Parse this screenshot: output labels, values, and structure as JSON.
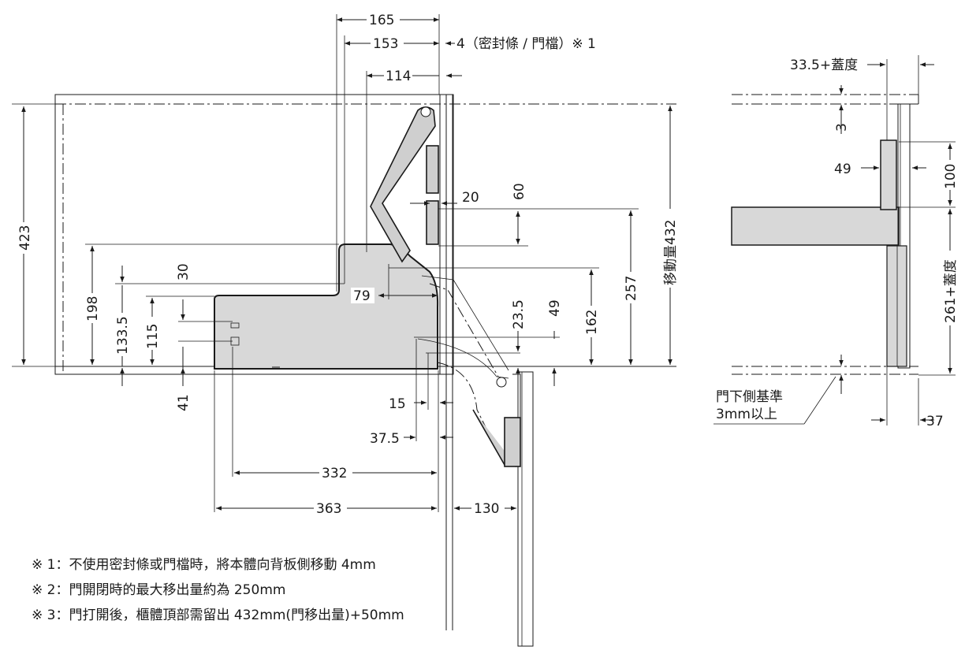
{
  "dims": {
    "d165": "165",
    "d153": "153",
    "d4": "4（密封條 / 門檔）※ 1",
    "d114": "114",
    "d423": "423",
    "d20": "20",
    "d60": "60",
    "d432": "移動量432",
    "d257": "257",
    "d198": "198",
    "d30": "30",
    "d133": "133.5",
    "d115": "115",
    "d79": "79",
    "d162": "162",
    "d23": "23.5",
    "d49b": "49",
    "d41": "41",
    "d15": "15",
    "d37b": "37.5",
    "d332": "332",
    "d363": "363",
    "d130": "130",
    "r335": "33.5+蓋度",
    "r3": "3",
    "r49": "49",
    "r100": "100",
    "r261": "261+蓋度",
    "r37": "37",
    "rnote1": "門下側基準",
    "rnote2": "3mm以上"
  },
  "notes": [
    "※ 1：不使用密封條或門檔時，將本體向背板側移動 4mm",
    "※ 2：門開閉時的最大移出量約為 250mm",
    "※ 3：門打開後，櫃體頂部需留出 432mm(門移出量)+50mm"
  ]
}
